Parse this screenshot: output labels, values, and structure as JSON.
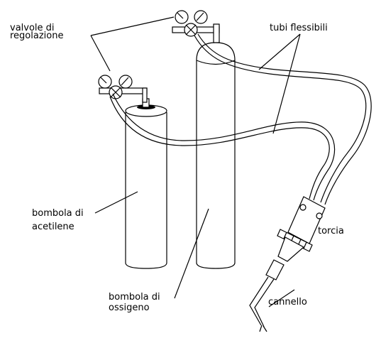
{
  "labels": {
    "valves": [
      "valvole di",
      "regolazione"
    ],
    "hoses": "tubi flessibili",
    "acetylene": [
      "bombola di",
      "acetilene"
    ],
    "oxygen": [
      "bombola di",
      "ossigeno"
    ],
    "torch": "torcia",
    "nozzle": "cannello"
  }
}
